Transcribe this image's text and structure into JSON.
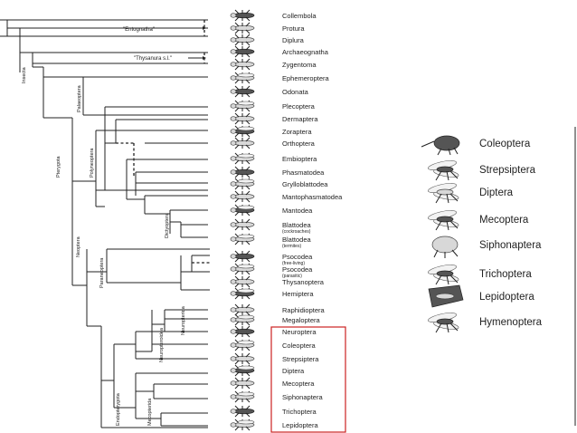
{
  "tree": {
    "taxa": [
      {
        "name": "Collembola",
        "sub": ""
      },
      {
        "name": "Protura",
        "sub": ""
      },
      {
        "name": "Diplura",
        "sub": ""
      },
      {
        "name": "Archaeognatha",
        "sub": ""
      },
      {
        "name": "Zygentoma",
        "sub": ""
      },
      {
        "name": "Ephemeroptera",
        "sub": ""
      },
      {
        "name": "Odonata",
        "sub": ""
      },
      {
        "name": "Plecoptera",
        "sub": ""
      },
      {
        "name": "Dermaptera",
        "sub": ""
      },
      {
        "name": "Zoraptera",
        "sub": ""
      },
      {
        "name": "Orthoptera",
        "sub": ""
      },
      {
        "name": "Embioptera",
        "sub": ""
      },
      {
        "name": "Phasmatodea",
        "sub": ""
      },
      {
        "name": "Grylloblattodea",
        "sub": ""
      },
      {
        "name": "Mantophasmatodea",
        "sub": ""
      },
      {
        "name": "Mantodea",
        "sub": ""
      },
      {
        "name": "Blattodea",
        "sub": "(cockroaches)"
      },
      {
        "name": "Blattodea",
        "sub": "(termites)"
      },
      {
        "name": "Psocodea",
        "sub": "(free-living)"
      },
      {
        "name": "Psocodea",
        "sub": "(parasitic)"
      },
      {
        "name": "Thysanoptera",
        "sub": ""
      },
      {
        "name": "Hemiptera",
        "sub": ""
      },
      {
        "name": "Raphidioptera",
        "sub": ""
      },
      {
        "name": "Megaloptera",
        "sub": ""
      },
      {
        "name": "Neuroptera",
        "sub": ""
      },
      {
        "name": "Coleoptera",
        "sub": ""
      },
      {
        "name": "Strepsiptera",
        "sub": ""
      },
      {
        "name": "Diptera",
        "sub": ""
      },
      {
        "name": "Mecoptera",
        "sub": ""
      },
      {
        "name": "Siphonaptera",
        "sub": ""
      },
      {
        "name": "Trichoptera",
        "sub": ""
      },
      {
        "name": "Lepidoptera",
        "sub": ""
      }
    ],
    "clades": {
      "insecta": "Insecta",
      "pterygota": "Pterygota",
      "palaeoptera": "Palaeoptera",
      "polyneoptera": "Polyneoptera",
      "dictyoptera": "Dictyoptera",
      "neoptera": "Neoptera",
      "paraneoptera": "Paraneoptera",
      "neuropteroidea": "Neuropteroidea",
      "neuropterida": "Neuropterida",
      "mecopterida": "Mecopterida",
      "endopterygota": "Endopterygota"
    },
    "notes": {
      "entognatha": "\"Entognatha\"",
      "thysanura": "\"Thysanura s.l.\""
    }
  },
  "highlight": {
    "color": "#cc2222"
  },
  "legend": {
    "orders": [
      {
        "name": "Coleoptera",
        "icon": "weevil-icon"
      },
      {
        "name": "Strepsiptera",
        "icon": "twisted-wing-parasite-icon"
      },
      {
        "name": "Diptera",
        "icon": "fly-icon"
      },
      {
        "name": "Mecoptera",
        "icon": "scorpionfly-icon"
      },
      {
        "name": "Siphonaptera",
        "icon": "flea-icon"
      },
      {
        "name": "Trichoptera",
        "icon": "caddisfly-icon"
      },
      {
        "name": "Lepidoptera",
        "icon": "moth-icon"
      },
      {
        "name": "Hymenoptera",
        "icon": "wasp-icon"
      }
    ]
  }
}
